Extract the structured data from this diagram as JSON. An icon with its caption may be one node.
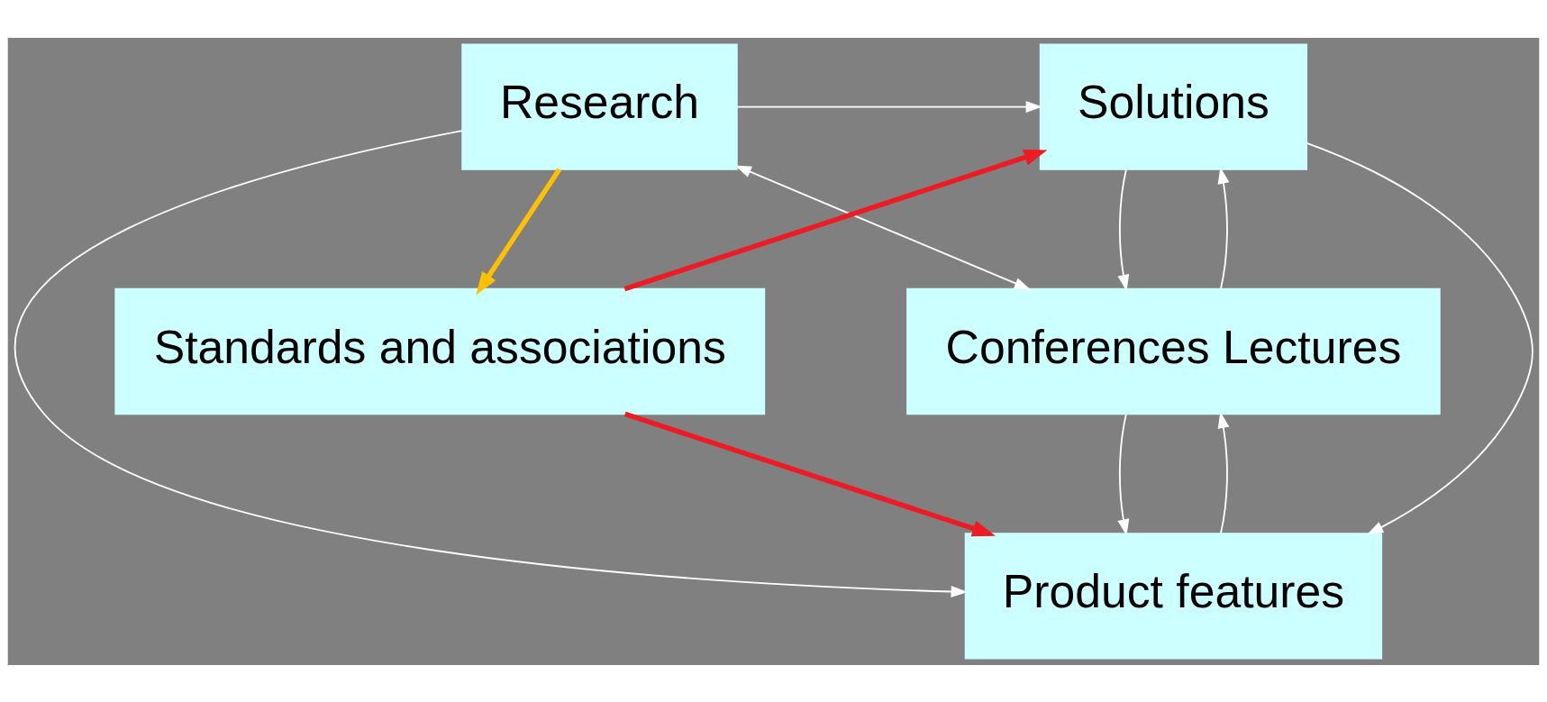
{
  "diagram": {
    "nodes": [
      {
        "text": [
          "Solutions"
        ]
      },
      {
        "text": [
          "Research"
        ]
      },
      {
        "text": [
          "Conferences Lectures"
        ]
      },
      {
        "text": [
          "Standards and associations"
        ]
      },
      {
        "text": [
          "Product features"
        ]
      }
    ],
    "edges": [
      {
        "from": 1,
        "to": 0,
        "arrow": "to"
      },
      {
        "from": 0,
        "to": 2,
        "arrow": "to"
      },
      {
        "from": 2,
        "to": 0,
        "arrow": "to"
      },
      {
        "from": 2,
        "to": 1,
        "arrow": "both"
      },
      {
        "from": 0,
        "to": 4,
        "arrow": "to"
      },
      {
        "from": 1,
        "to": 4,
        "arrow": "to"
      },
      {
        "from": 1,
        "to": 3,
        "arrow": "to",
        "style": "thick",
        "color": "#ffc000"
      },
      {
        "from": 3,
        "to": 0,
        "arrow": "to",
        "style": "thick",
        "color": "#ed1c24"
      },
      {
        "from": 3,
        "to": 4,
        "arrow": "to",
        "style": "thick",
        "color": "#ed1c24"
      },
      {
        "from": 2,
        "to": 4,
        "arrow": "to"
      },
      {
        "from": 4,
        "to": 2,
        "arrow": "to"
      }
    ]
  }
}
